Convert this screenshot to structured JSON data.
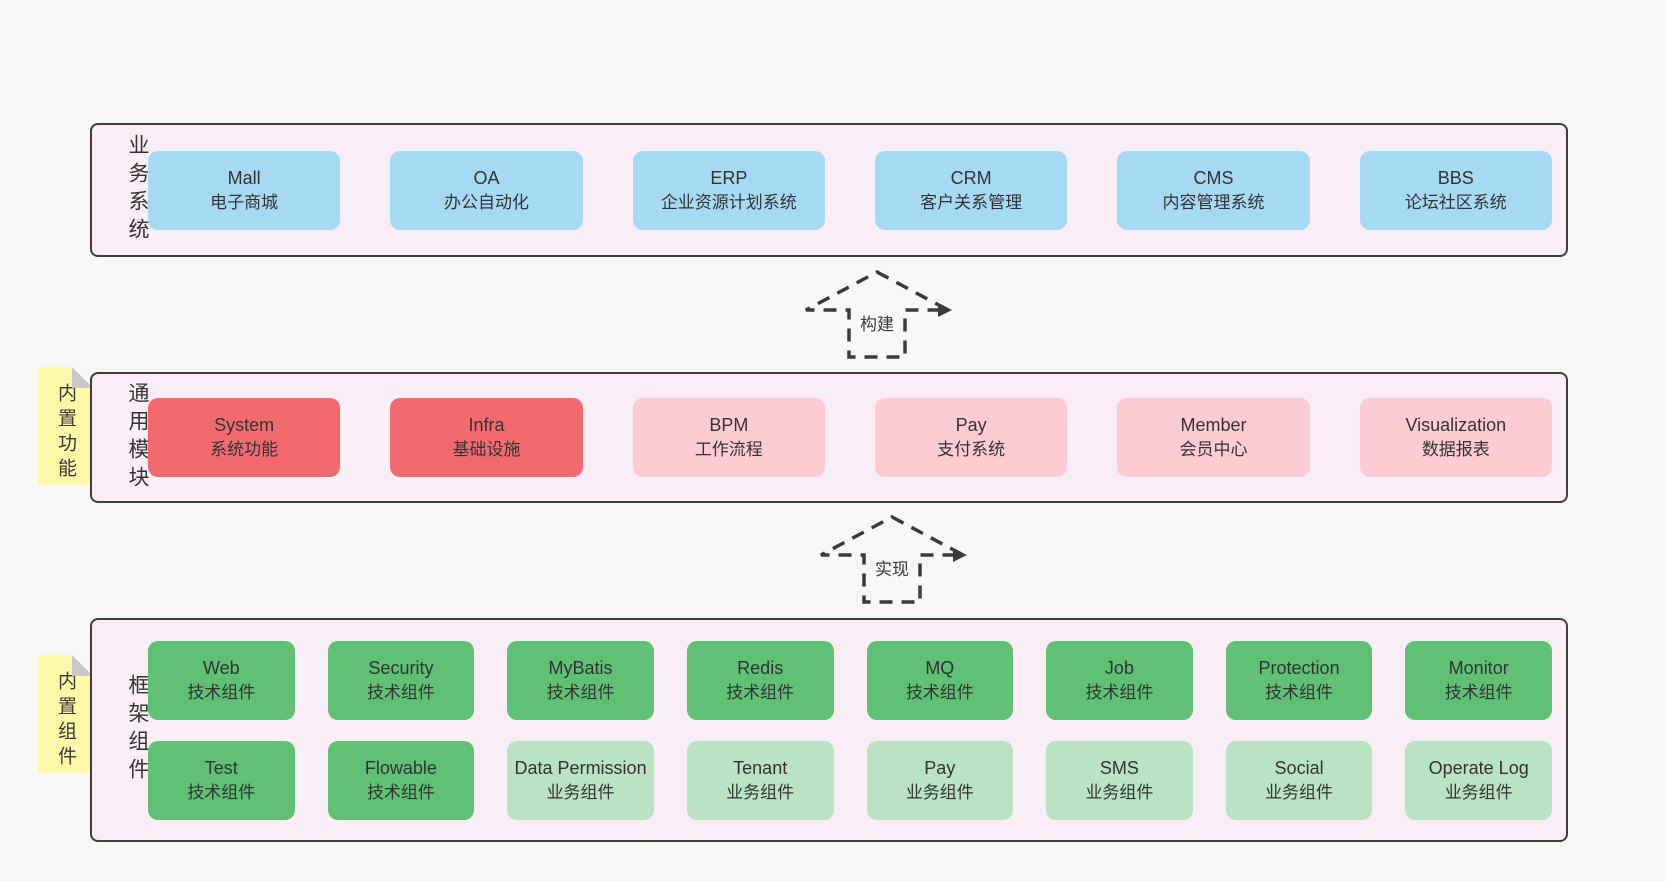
{
  "colors": {
    "page_background": "#f7f7f7",
    "container_background": "#f9eef6",
    "container_border": "#3e3e3e",
    "business_box": "#a6d9f3",
    "module_core_box": "#f26a6e",
    "module_box": "#fccbd4",
    "tech_component_box": "#60c073",
    "biz_component_box": "#b9e3c2",
    "sticky_note": "#fbf8a6",
    "note_fold": "#c8c8c8",
    "text": "#333333"
  },
  "arrows": [
    {
      "label": "构建"
    },
    {
      "label": "实现"
    }
  ],
  "layers": [
    {
      "id": "business",
      "label": "业务系统",
      "boxes": [
        {
          "name": "Mall",
          "desc": "电子商城",
          "variant": "blue"
        },
        {
          "name": "OA",
          "desc": "办公自动化",
          "variant": "blue"
        },
        {
          "name": "ERP",
          "desc": "企业资源计划系统",
          "variant": "blue"
        },
        {
          "name": "CRM",
          "desc": "客户关系管理",
          "variant": "blue"
        },
        {
          "name": "CMS",
          "desc": "内容管理系统",
          "variant": "blue"
        },
        {
          "name": "BBS",
          "desc": "论坛社区系统",
          "variant": "blue"
        }
      ]
    },
    {
      "id": "modules",
      "label": "通用模块",
      "note": "内置功能",
      "boxes": [
        {
          "name": "System",
          "desc": "系统功能",
          "variant": "red"
        },
        {
          "name": "Infra",
          "desc": "基础设施",
          "variant": "red"
        },
        {
          "name": "BPM",
          "desc": "工作流程",
          "variant": "pink"
        },
        {
          "name": "Pay",
          "desc": "支付系统",
          "variant": "pink"
        },
        {
          "name": "Member",
          "desc": "会员中心",
          "variant": "pink"
        },
        {
          "name": "Visualization",
          "desc": "数据报表",
          "variant": "pink"
        }
      ]
    },
    {
      "id": "components",
      "label": "框架组件",
      "note": "内置组件",
      "rows": [
        [
          {
            "name": "Web",
            "desc": "技术组件",
            "variant": "green"
          },
          {
            "name": "Security",
            "desc": "技术组件",
            "variant": "green"
          },
          {
            "name": "MyBatis",
            "desc": "技术组件",
            "variant": "green"
          },
          {
            "name": "Redis",
            "desc": "技术组件",
            "variant": "green"
          },
          {
            "name": "MQ",
            "desc": "技术组件",
            "variant": "green"
          },
          {
            "name": "Job",
            "desc": "技术组件",
            "variant": "green"
          },
          {
            "name": "Protection",
            "desc": "技术组件",
            "variant": "green"
          },
          {
            "name": "Monitor",
            "desc": "技术组件",
            "variant": "green"
          }
        ],
        [
          {
            "name": "Test",
            "desc": "技术组件",
            "variant": "green"
          },
          {
            "name": "Flowable",
            "desc": "技术组件",
            "variant": "green"
          },
          {
            "name": "Data Permission",
            "desc": "业务组件",
            "variant": "green-light"
          },
          {
            "name": "Tenant",
            "desc": "业务组件",
            "variant": "green-light"
          },
          {
            "name": "Pay",
            "desc": "业务组件",
            "variant": "green-light"
          },
          {
            "name": "SMS",
            "desc": "业务组件",
            "variant": "green-light"
          },
          {
            "name": "Social",
            "desc": "业务组件",
            "variant": "green-light"
          },
          {
            "name": "Operate Log",
            "desc": "业务组件",
            "variant": "green-light"
          }
        ]
      ]
    }
  ]
}
